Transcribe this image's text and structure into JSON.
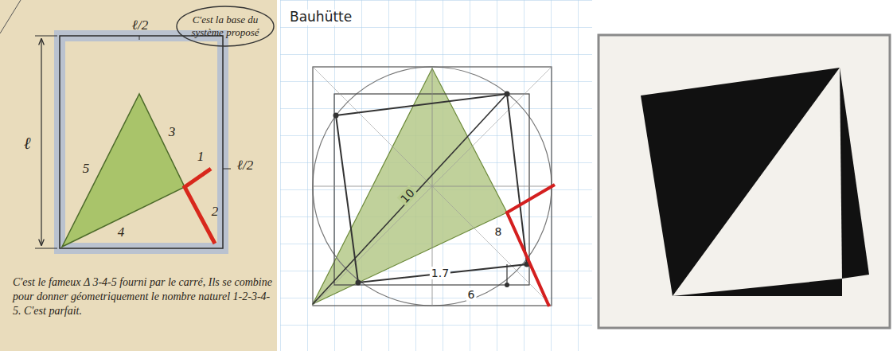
{
  "diagram": {
    "nodes": [
      {
        "text": [
          "C'est la base du système proposé"
        ]
      }
    ],
    "labels": [
      "ℓ/2",
      "ℓ",
      "5",
      "3",
      "4",
      "1",
      "2",
      "ℓ/2",
      "C'est le fameux Δ 3-4-5 fourni par le carré, Ils se combine pour donner géometriquement le nombre naturel 1-2-3-4-5. C'est parfait.",
      "Bauhütte",
      "10",
      "8",
      "1.7",
      "6"
    ]
  }
}
